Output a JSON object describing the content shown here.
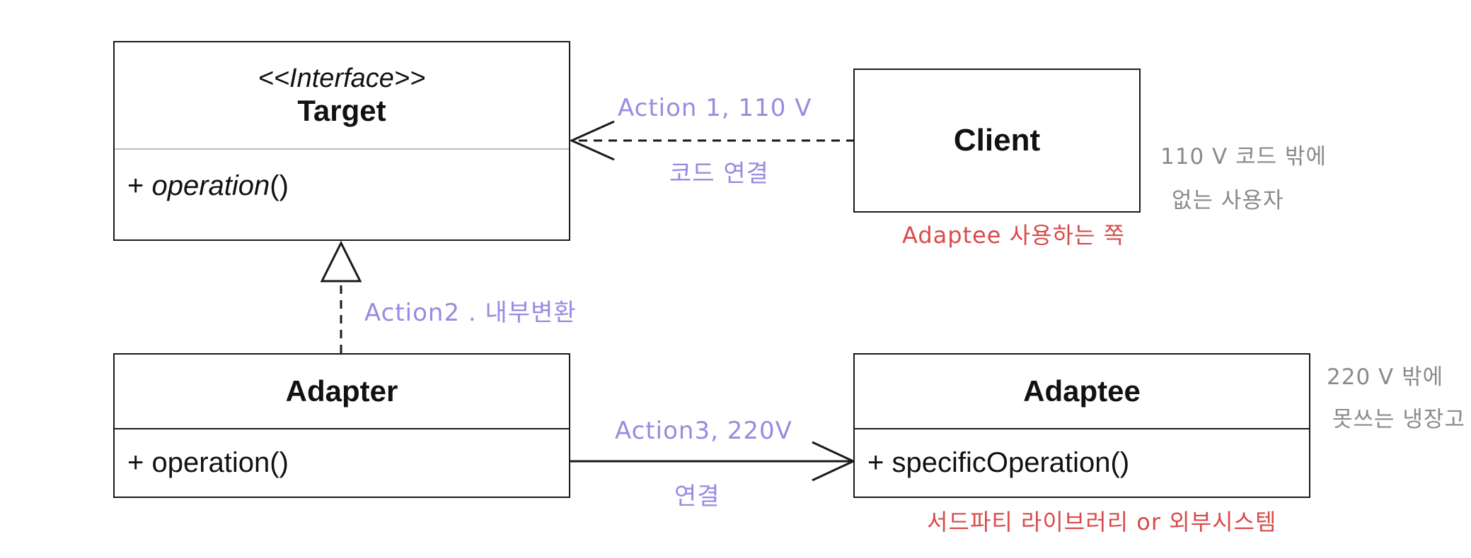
{
  "diagram": {
    "target": {
      "stereotype": "<<Interface>>",
      "name": "Target",
      "operation_prefix": "+ ",
      "operation_name": "operation",
      "operation_suffix": "()"
    },
    "client": {
      "name": "Client",
      "note": "Adaptee 사용하는 쪽"
    },
    "adapter": {
      "name": "Adapter",
      "operation": "+ operation()"
    },
    "adaptee": {
      "name": "Adaptee",
      "operation": "+ specificOperation()",
      "note": "서드파티 라이브러리 or 외부시스템"
    },
    "annotations": {
      "action1_title": "Action 1,  110 V",
      "action1_sub": "코드 연결",
      "action2": "Action2 . 내부변환",
      "action3_title": "Action3,  220V",
      "action3_sub": "연결",
      "client_side_line1": "110 V  코드 밖에",
      "client_side_line2": "없는   사용자",
      "adaptee_side_line1": "220 V  밖에",
      "adaptee_side_line2": "못쓰는  냉장고"
    },
    "colors": {
      "box_border": "#1a1a1a",
      "annotation_purple": "#9a8ae0",
      "annotation_red": "#d94a4a",
      "annotation_gray": "#8a8a8a"
    }
  }
}
